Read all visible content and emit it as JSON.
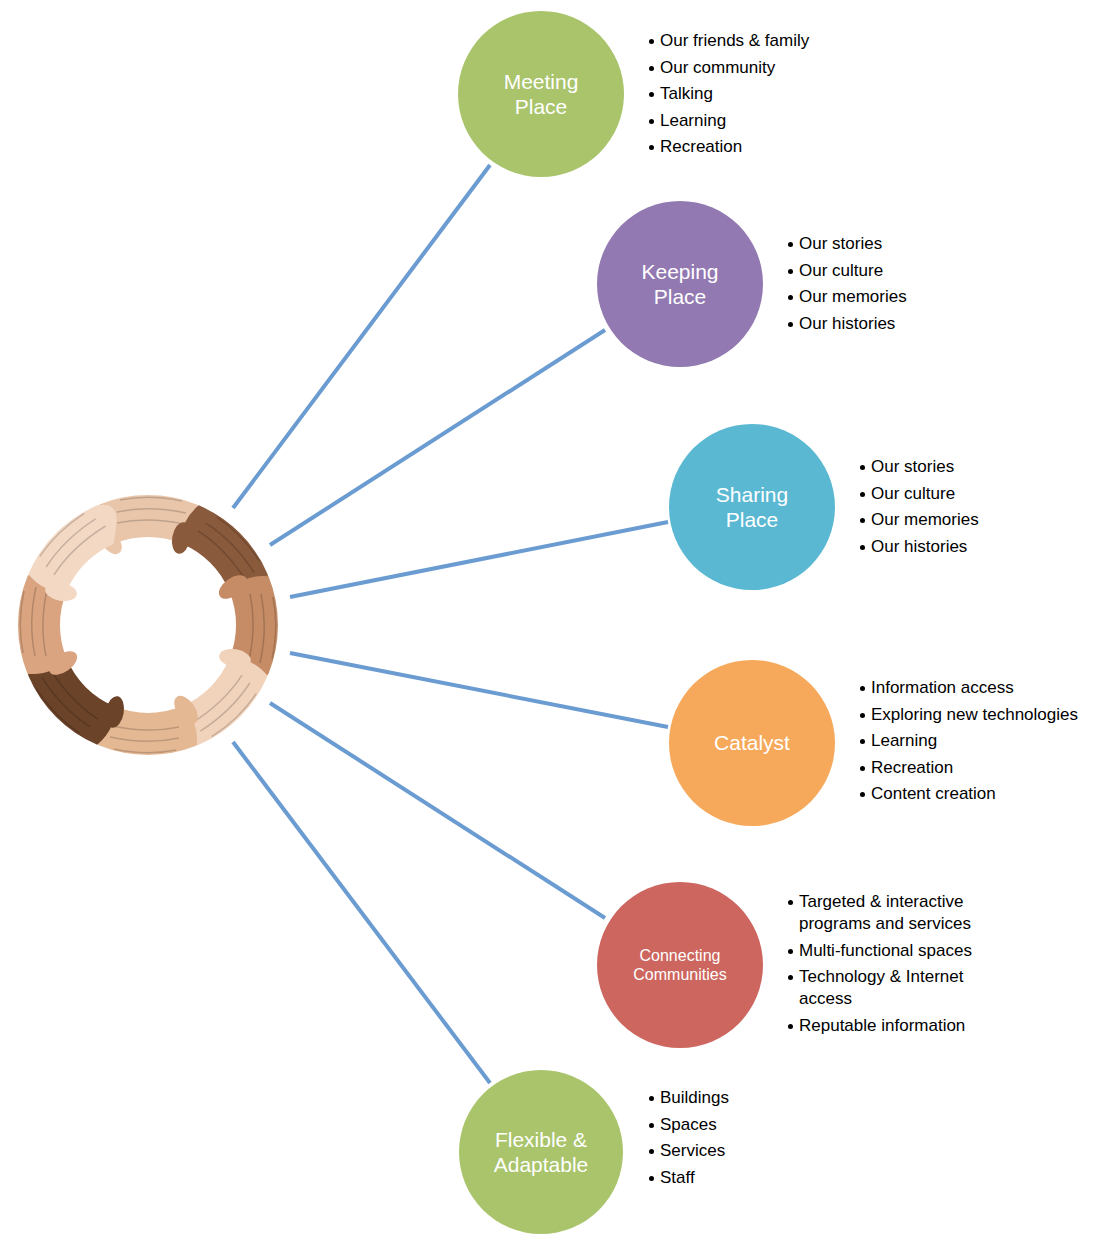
{
  "diagram": {
    "nodes": [
      {
        "text": [
          "Meeting Place",
          "Our friends & family",
          "Our community",
          "Talking",
          "Learning",
          "Recreation"
        ]
      },
      {
        "text": [
          "Keeping Place",
          "Our stories",
          "Our culture",
          "Our memories",
          "Our histories"
        ]
      },
      {
        "text": [
          "Sharing Place",
          "Our stories",
          "Our culture",
          "Our memories",
          "Our histories"
        ]
      },
      {
        "text": [
          "Catalyst",
          "Information access",
          "Exploring new technologies",
          "Learning",
          "Recreation",
          "Content creation"
        ]
      },
      {
        "text": [
          "Connecting Communities",
          "Targeted & interactive programs and services",
          "Multi-functional spaces",
          "Technology & Internet access",
          "Reputable information"
        ]
      },
      {
        "text": [
          "Flexible & Adaptable",
          "Buildings",
          "Spaces",
          "Services",
          "Staff"
        ]
      }
    ]
  }
}
